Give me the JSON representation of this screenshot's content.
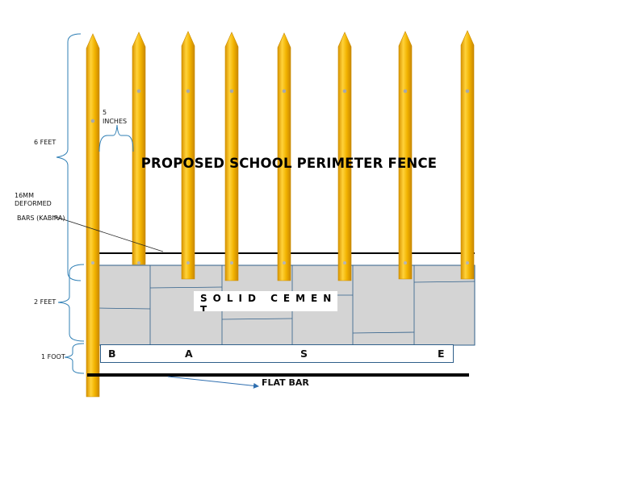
{
  "title": "PROPOSED SCHOOL PERIMETER FENCE",
  "labels": {
    "six_feet": "6 FEET",
    "two_feet": "2 FEET",
    "one_foot": "1 FOOT",
    "five": "5",
    "inches": "INCHES",
    "bar_line1": "16MM",
    "bar_line2": "DEFORMED",
    "bar_line3": "BARS (KABIRA)",
    "solid_cement": "SOLID CEMENT",
    "flat_bar": "FLAT BAR"
  },
  "base_letters": [
    "B",
    "A",
    "S",
    "E"
  ],
  "colors": {
    "bar_gold": "#f2b300",
    "bar_dark": "#d99400",
    "bar_light": "#ffd64a",
    "wall_grey": "#d4d4d4",
    "block_line": "#2f5f8a",
    "rail": "#000000"
  }
}
